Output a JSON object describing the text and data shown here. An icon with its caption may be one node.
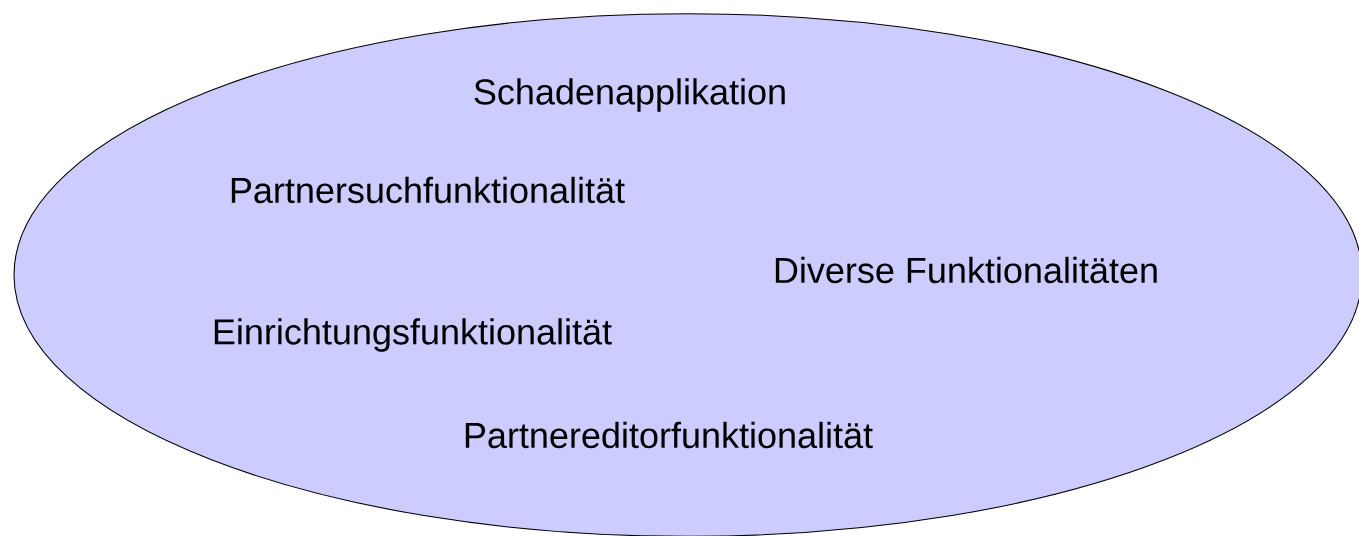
{
  "diagram": {
    "nodes": [
      {
        "text": [
          "Schadenapplikation",
          "Partnersuchfunktionalität",
          "Diverse Funktionalitäten",
          "Einrichtungsfunktionalität",
          "Partnereditorfunktionalität"
        ]
      }
    ]
  }
}
